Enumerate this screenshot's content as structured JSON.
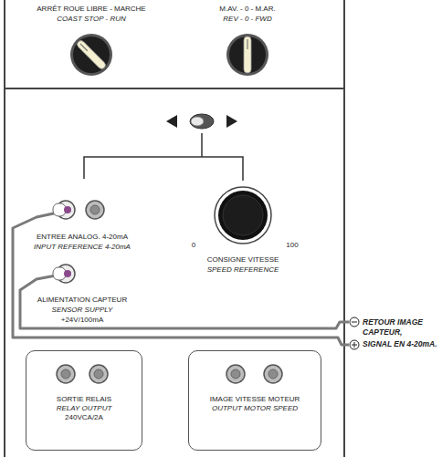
{
  "diagram": {
    "nodes": [
      {
        "text": [
          "SORTIE RELAIS",
          "RELAY OUTPUT",
          "240VCA/2A"
        ]
      },
      {
        "text": [
          "IMAGE VITESSE MOTEUR",
          "OUTPUT MOTOR SPEED"
        ]
      }
    ],
    "labels": [
      "ARRÊT ROUE LIBRE - MARCHE",
      "COAST STOP - RUN",
      "M.AV. - 0 - M.AR.",
      "REV - 0 - FWD",
      "ENTREE ANALOG. 4-20mA",
      "INPUT REFERENCE 4-20mA",
      "0",
      "100",
      "CONSIGNE VITESSE",
      "SPEED REFERENCE",
      "ALIMENTATION CAPTEUR",
      "SENSOR SUPPLY",
      "+24V/100mA",
      "RETOUR IMAGE CAPTEUR,",
      "SIGNAL EN 4-20mA."
    ]
  }
}
